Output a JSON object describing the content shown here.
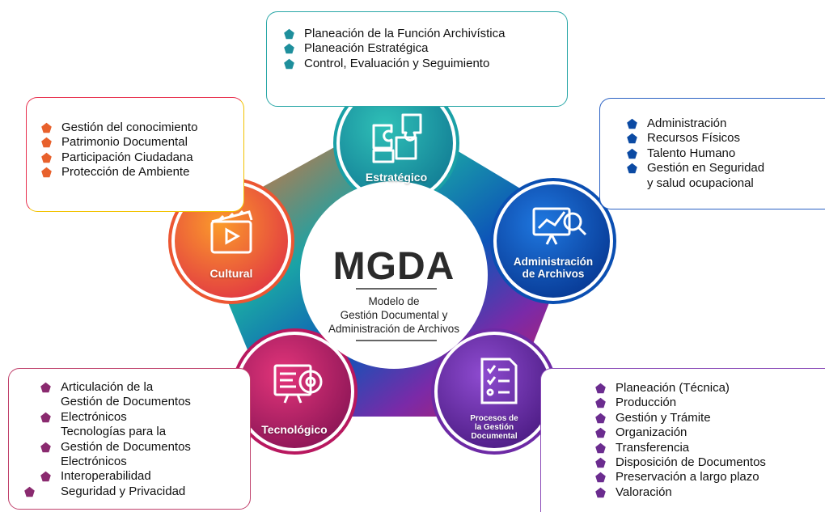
{
  "center": {
    "acronym": "MGDA",
    "subtitle_lines": [
      "Modelo de",
      "Gestión Documental y",
      "Administración de Archivos"
    ]
  },
  "nodes": {
    "estrategico": {
      "label": "Estratégico",
      "icon": "puzzle-icon",
      "color": "#1d9aa8"
    },
    "administracion": {
      "label_lines": [
        "Administración",
        "de Archivos"
      ],
      "icon": "presentation-chart-icon",
      "color": "#0a4fb0"
    },
    "procesos": {
      "label_lines": [
        "Procesos de",
        "la Gestión",
        "Documental"
      ],
      "icon": "checklist-icon",
      "color": "#6a2aa0"
    },
    "tecnologico": {
      "label": "Tecnológico",
      "icon": "monitor-eye-icon",
      "color": "#b3165e"
    },
    "cultural": {
      "label": "Cultural",
      "icon": "clapperboard-icon",
      "color": "#e8502a"
    }
  },
  "boxes": {
    "estrategico": {
      "border_color": "#2aa7a7",
      "bullet_color": "#1e8f9c",
      "items": [
        "Planeación de la Función Archivística",
        "Planeación Estratégica",
        "Control, Evaluación y Seguimiento"
      ]
    },
    "administracion": {
      "border_color": "#2b62c4",
      "bullet_color": "#0b4aa3",
      "items": [
        "Administración",
        "Recursos Físicos",
        "Talento Humano",
        "Gestión en Seguridad"
      ],
      "continuation": "y salud ocupacional"
    },
    "cultural": {
      "border_color_start": "#e8304e",
      "border_color_end": "#f2c200",
      "bullet_color": "#e8612c",
      "items": [
        "Gestión del conocimiento",
        "Patrimonio Documental",
        "Participación Ciudadana",
        "Protección de Ambiente"
      ]
    },
    "tecnologico": {
      "border_color": "#c0416c",
      "bullet_color": "#8a2a6f",
      "lines": [
        {
          "text": "Articulación de la",
          "bullet": true
        },
        {
          "text": "Gestión de Documentos",
          "bullet": false
        },
        {
          "text": "Electrónicos",
          "bullet": true
        },
        {
          "text": "Tecnologías para la",
          "bullet": false
        },
        {
          "text": "Gestión de Documentos",
          "bullet": true
        },
        {
          "text": "Electrónicos",
          "bullet": false
        },
        {
          "text": "Interoperabilidad",
          "bullet": true
        },
        {
          "text": "Seguridad y Privacidad",
          "bullet": true
        }
      ]
    },
    "procesos": {
      "border_color": "#8a4ab8",
      "bullet_color": "#6b2c8f",
      "items": [
        "Planeación (Técnica)",
        "Producción",
        "Gestión y Trámite",
        "Organización",
        "Transferencia",
        "Disposición de Documentos",
        "Preservación a largo plazo",
        "Valoración"
      ]
    }
  }
}
